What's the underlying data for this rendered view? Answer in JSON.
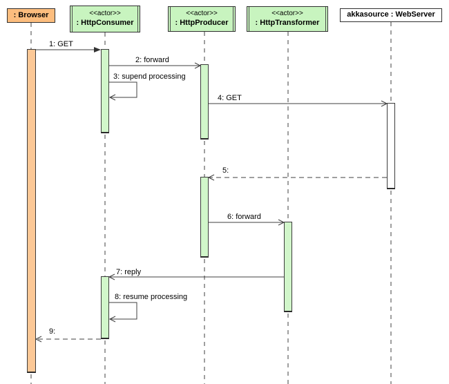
{
  "actors": [
    {
      "id": "browser",
      "name": ": Browser"
    },
    {
      "id": "http-consumer",
      "stereotype": "<<actor>>",
      "name": ": HttpConsumer"
    },
    {
      "id": "http-producer",
      "stereotype": "<<actor>>",
      "name": ": HttpProducer"
    },
    {
      "id": "http-transformer",
      "stereotype": "<<actor>>",
      "name": ": HttpTransformer"
    },
    {
      "id": "web-server",
      "name": "akkasource : WebServer"
    }
  ],
  "messages": [
    {
      "label": "1: GET",
      "from": "browser",
      "to": "http-consumer",
      "kind": "sync-solid-filled-arrow"
    },
    {
      "label": "2: forward",
      "from": "http-consumer",
      "to": "http-producer",
      "kind": "solid-open-arrow"
    },
    {
      "label": "3: supend processing",
      "from": "http-consumer",
      "to": "http-consumer",
      "kind": "self-call"
    },
    {
      "label": "4: GET",
      "from": "http-producer",
      "to": "web-server",
      "kind": "solid-open-arrow"
    },
    {
      "label": "5:",
      "from": "web-server",
      "to": "http-producer",
      "kind": "dashed-reply"
    },
    {
      "label": "6: forward",
      "from": "http-producer",
      "to": "http-transformer",
      "kind": "solid-open-arrow"
    },
    {
      "label": "7: reply",
      "from": "http-transformer",
      "to": "http-consumer",
      "kind": "solid-open-arrow"
    },
    {
      "label": "8: resume processing",
      "from": "http-consumer",
      "to": "http-consumer",
      "kind": "self-call"
    },
    {
      "label": "9:",
      "from": "http-consumer",
      "to": "browser",
      "kind": "dashed-reply"
    }
  ],
  "colors": {
    "actor_fill": "#c8f4bf",
    "activation_fill": "#d1f6ca",
    "browser_fill": "#fcbd7e",
    "browser_activation_fill": "#fcc896",
    "line": "#3f3f3f"
  }
}
